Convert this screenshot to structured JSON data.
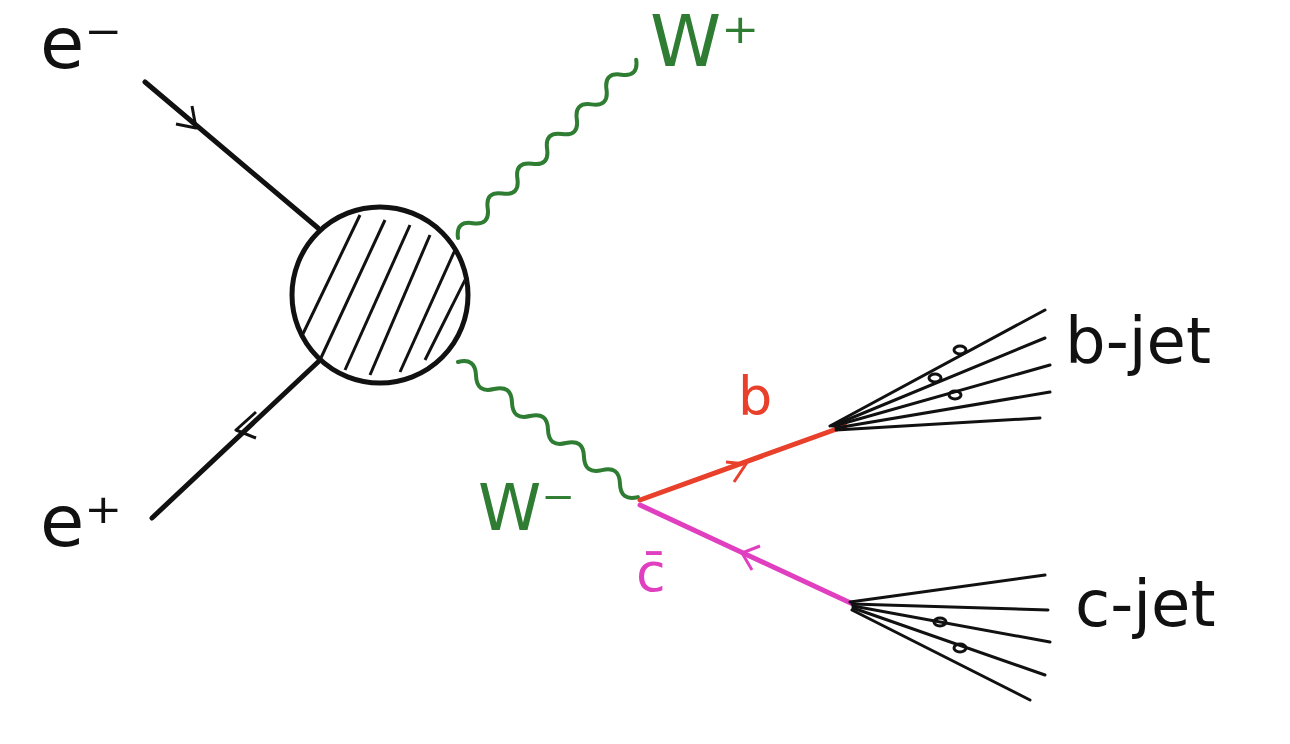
{
  "diagram": {
    "labels": [
      "e⁻",
      "W⁺",
      "e⁺",
      "W⁻",
      "b",
      "c̄",
      "b-jet",
      "c-jet"
    ]
  }
}
